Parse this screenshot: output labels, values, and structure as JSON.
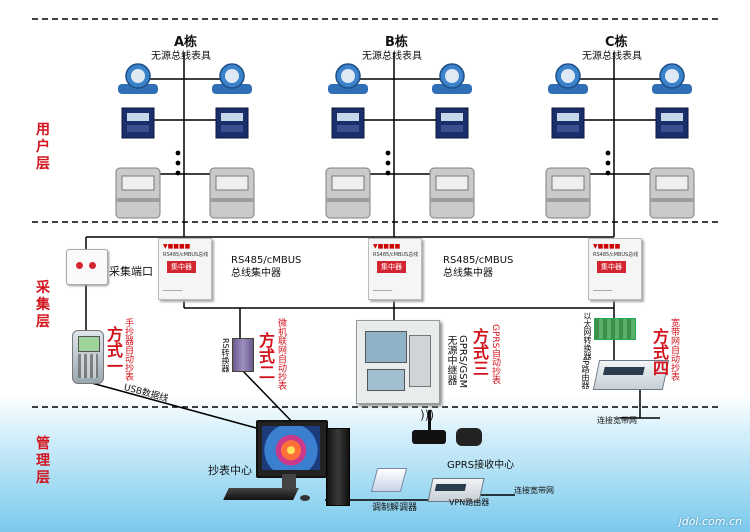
{
  "buildings": [
    {
      "name": "A栋",
      "subtitle": "无源总线表具"
    },
    {
      "name": "B栋",
      "subtitle": "无源总线表具"
    },
    {
      "name": "C栋",
      "subtitle": "无源总线表具"
    }
  ],
  "layers": {
    "user": "用户层",
    "collect": "采集层",
    "manage": "管理层"
  },
  "concentrator": {
    "label": "RS485/cMBUS\n总线集中器",
    "badge": "集中器"
  },
  "collect_port": "采集端口",
  "methods": {
    "m1": {
      "title": "方式一",
      "note": "手抄器自动抄表"
    },
    "m2": {
      "title": "方式二",
      "note": "微机联网自动抄表"
    },
    "m3": {
      "title": "方式三",
      "note": "GPRS自动抄表",
      "relay": "GPRS/GSM\n无源中继器"
    },
    "m4": {
      "title": "方式四",
      "note": "宽带网自动抄表"
    }
  },
  "devices": {
    "rs_converter": "RS转换器",
    "ethernet_converter": "以太网转换器",
    "ip_router": "IP路由器",
    "broadband_conn": "连接宽带网",
    "usb_cable": "USB数据线",
    "reading_center": "抄表中心",
    "gprs_receiver": "GPRS接收中心",
    "modem": "调制解调器",
    "vpn_router": "VPN路由器",
    "broadband_conn2": "连接宽带网"
  },
  "watermark": "jdol.com.cn",
  "colors": {
    "accent": "#d2141e",
    "badge": "#d32431",
    "line": "#000000"
  }
}
